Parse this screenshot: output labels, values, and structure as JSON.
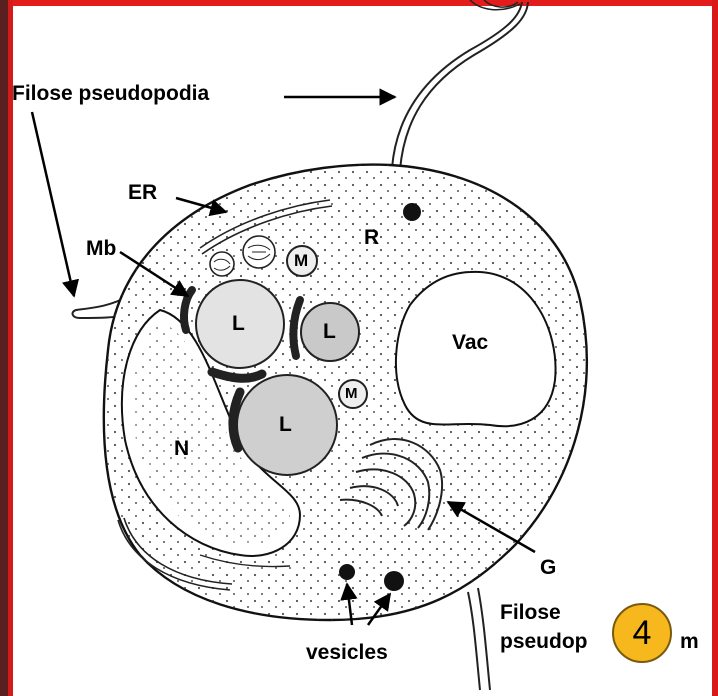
{
  "labels": {
    "filose_pseudopodia_top": "Filose pseudopodia",
    "er": "ER",
    "mb": "Mb",
    "r": "R",
    "m1": "M",
    "m2": "M",
    "l1": "L",
    "l2": "L",
    "l3": "L",
    "vac": "Vac",
    "n": "N",
    "g": "G",
    "vesicles": "vesicles",
    "filose_line1": "Filose",
    "filose_line2": "pseudop",
    "filose_line2_end": "m"
  },
  "badge": {
    "number": "4"
  },
  "colors": {
    "frame": "#d41a1a",
    "badge": "#f6b81c",
    "lipid": "#d8d8d8",
    "membrane": "#222222"
  }
}
